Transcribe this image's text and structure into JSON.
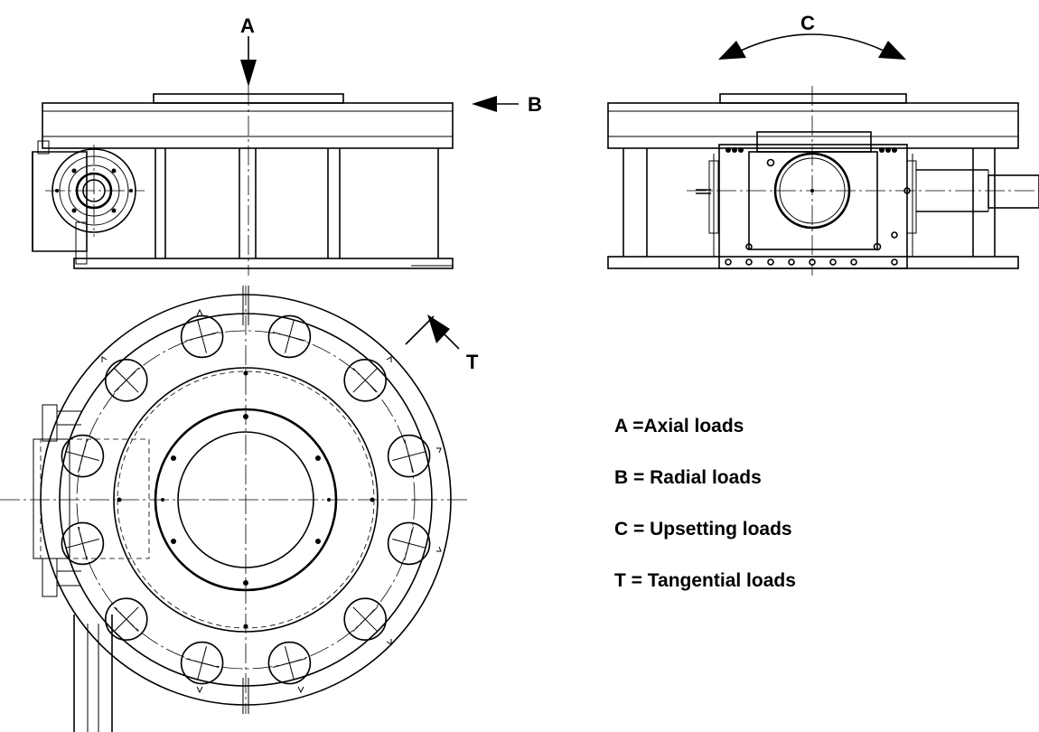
{
  "drawing": {
    "labels": {
      "axial": "A",
      "radial": "B",
      "upsetting": "C",
      "tangential": "T"
    }
  },
  "legend": {
    "items": [
      {
        "text": "A =Axial loads"
      },
      {
        "text": "B = Radial loads"
      },
      {
        "text": "C = Upsetting loads"
      },
      {
        "text": "T = Tangential loads"
      }
    ]
  }
}
